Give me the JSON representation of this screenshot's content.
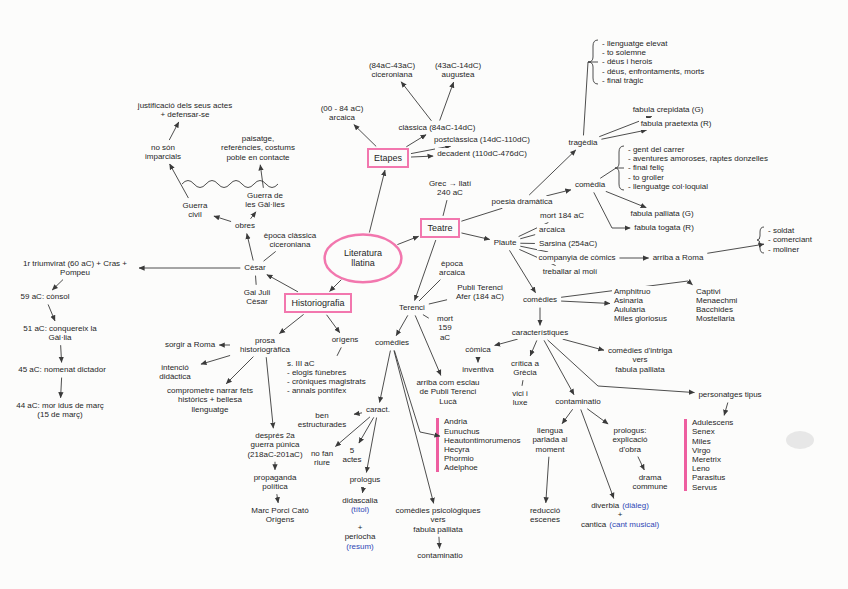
{
  "diagram": {
    "nodes": [
      {
        "text": [
          "Literatura llatina"
        ]
      },
      {
        "text": [
          "Etapes"
        ]
      },
      {
        "text": [
          "Teatre"
        ]
      },
      {
        "text": [
          "Historiografia"
        ]
      },
      {
        "text": [
          "(00 - 84 aC)",
          "arcaica"
        ]
      },
      {
        "text": [
          "clàssica (84aC-14dC)"
        ]
      },
      {
        "text": [
          "(84aC-43aC)",
          "ciceroniana"
        ]
      },
      {
        "text": [
          "(43aC-14dC)",
          "augustea"
        ]
      },
      {
        "text": [
          "postclàssica (14dC-110dC)"
        ]
      },
      {
        "text": [
          "decadent (110dC-476dC)"
        ]
      },
      {
        "text": [
          "Grec → llatí",
          "240 aC"
        ]
      },
      {
        "text": [
          "poesia dramàtica"
        ]
      },
      {
        "text": [
          "tragèdia"
        ]
      },
      {
        "text": [
          "- llenguatge elevat",
          "- to solemne",
          "- déus i herois",
          "- déus, enfrontaments, morts",
          "- final tràgic"
        ]
      },
      {
        "text": [
          "fabula crepidata (G)"
        ]
      },
      {
        "text": [
          "fabula praetexta (R)"
        ]
      },
      {
        "text": [
          "comèdia"
        ]
      },
      {
        "text": [
          "- gent del carrer",
          "- aventures amoroses, raptes donzelles",
          "- final feliç",
          "- to groller",
          "- llenguatge col·loquial"
        ]
      },
      {
        "text": [
          "fabula palliata (G)"
        ]
      },
      {
        "text": [
          "fabula togata (R)"
        ]
      },
      {
        "text": [
          "Plaute"
        ]
      },
      {
        "text": [
          "mort 184 aC"
        ]
      },
      {
        "text": [
          "arcaica"
        ]
      },
      {
        "text": [
          "Sarsina (254aC)"
        ]
      },
      {
        "text": [
          "companyia de còmics"
        ]
      },
      {
        "text": [
          "arriba a Roma"
        ]
      },
      {
        "text": [
          "- soldat",
          "- comerciant",
          "- moliner"
        ]
      },
      {
        "text": [
          "treballar al molí"
        ]
      },
      {
        "text": [
          "comèdies"
        ]
      },
      {
        "text": [
          "Amphitruo",
          "Asinaria",
          "Aulularia",
          "Miles gloriosus"
        ]
      },
      {
        "text": [
          "Captivi",
          "Menaechmi",
          "Bacchides",
          "Mostellaria"
        ]
      },
      {
        "text": [
          "característiques"
        ]
      },
      {
        "text": [
          "còmica"
        ]
      },
      {
        "text": [
          "inventiva"
        ]
      },
      {
        "text": [
          "crítica a Grècia"
        ]
      },
      {
        "text": [
          "vici i luxe"
        ]
      },
      {
        "text": [
          "comèdies d'intriga",
          "vers",
          "fabula palliata"
        ]
      },
      {
        "text": [
          "contaminatio"
        ]
      },
      {
        "text": [
          "personatges tipus"
        ]
      },
      {
        "text": [
          "Adulescens",
          "Senex",
          "Miles",
          "Virgo",
          "Meretrix",
          "Leno",
          "Parasitus",
          "Servus"
        ]
      },
      {
        "text": [
          "llengua parlada al moment"
        ]
      },
      {
        "text": [
          "prologus: explicació d'obra"
        ]
      },
      {
        "text": [
          "drama commune"
        ]
      },
      {
        "text": [
          "reducció escenes"
        ]
      },
      {
        "text": [
          "diverbia",
          "(diàleg)",
          "+",
          "cantica",
          "(cant musical)"
        ]
      },
      {
        "text": [
          "Terenci"
        ]
      },
      {
        "text": [
          "època arcaica"
        ]
      },
      {
        "text": [
          "Publi Terenci Afer (184 aC)"
        ]
      },
      {
        "text": [
          "mort 159 aC"
        ]
      },
      {
        "text": [
          "arriba com esclau de Publi Terenci Lucà"
        ]
      },
      {
        "text": [
          "comèdies"
        ]
      },
      {
        "text": [
          "Andria",
          "Eunuchus",
          "Heautontimorumenos",
          "Hecyra",
          "Phormio",
          "Adelphoe"
        ]
      },
      {
        "text": [
          "caract."
        ]
      },
      {
        "text": [
          "ben estructurades"
        ]
      },
      {
        "text": [
          "no fan riure"
        ]
      },
      {
        "text": [
          "5 actes"
        ]
      },
      {
        "text": [
          "prologus"
        ]
      },
      {
        "text": [
          "didascalia",
          "(títol)"
        ]
      },
      {
        "text": [
          "+",
          "periocha",
          "(resum)"
        ]
      },
      {
        "text": [
          "comèdies psicològiques",
          "vers",
          "fabula palliata"
        ]
      },
      {
        "text": [
          "contaminatio"
        ]
      },
      {
        "text": [
          "orígens"
        ]
      },
      {
        "text": [
          "s. III aC",
          "- elogis fúnebres",
          "- cròniques magistrats",
          "- annals pontífex"
        ]
      },
      {
        "text": [
          "prosa historiogràfica"
        ]
      },
      {
        "text": [
          "sorgir a Roma"
        ]
      },
      {
        "text": [
          "intenció didàctica"
        ]
      },
      {
        "text": [
          "comprometre narrar fets històrics + bellesa llenguatge"
        ]
      },
      {
        "text": [
          "després 2a guerra púnica (218aC-201aC)"
        ]
      },
      {
        "text": [
          "propaganda política"
        ]
      },
      {
        "text": [
          "Marc Porci Cató",
          "Orígens"
        ]
      },
      {
        "text": [
          "Cèsar"
        ]
      },
      {
        "text": [
          "època clàssica ciceroniana"
        ]
      },
      {
        "text": [
          "Gai Juli Cèsar"
        ]
      },
      {
        "text": [
          "obres"
        ]
      },
      {
        "text": [
          "Guerra civil"
        ]
      },
      {
        "text": [
          "Guerra de les Gàl·lies"
        ]
      },
      {
        "text": [
          "justificació dels seus actes + defensar-se"
        ]
      },
      {
        "text": [
          "no són imparcials"
        ]
      },
      {
        "text": [
          "paisatge, referències, costums poble en contacte"
        ]
      },
      {
        "text": [
          "1r triumvirat (60 aC) + Cras + Pompeu"
        ]
      },
      {
        "text": [
          "59 aC: cònsol"
        ]
      },
      {
        "text": [
          "51 aC: conquereix la Gàl·lia"
        ]
      },
      {
        "text": [
          "45 aC: nomenat dictador"
        ]
      },
      {
        "text": [
          "44 aC: mor idus de març",
          "(15 de març)"
        ]
      }
    ],
    "edges": [
      {
        "from": 0,
        "to": 1,
        "arrow": "to"
      },
      {
        "from": 0,
        "to": 2,
        "arrow": "to"
      },
      {
        "from": 0,
        "to": 3,
        "arrow": "to"
      },
      {
        "from": 1,
        "to": 4,
        "arrow": "to"
      },
      {
        "from": 1,
        "to": 5,
        "arrow": "to"
      },
      {
        "from": 1,
        "to": 8,
        "arrow": "to"
      },
      {
        "from": 1,
        "to": 9,
        "arrow": "to"
      },
      {
        "from": 5,
        "to": 6,
        "arrow": "to"
      },
      {
        "from": 5,
        "to": 7,
        "arrow": "to"
      },
      {
        "from": 2,
        "to": 10,
        "arrow": "none"
      },
      {
        "from": 2,
        "to": 11,
        "arrow": "none"
      },
      {
        "from": 11,
        "to": 12,
        "arrow": "to"
      },
      {
        "from": 11,
        "to": 16,
        "arrow": "to"
      },
      {
        "from": 12,
        "to": 13,
        "arrow": "none"
      },
      {
        "from": 12,
        "to": 14,
        "arrow": "to"
      },
      {
        "from": 12,
        "to": 15,
        "arrow": "to"
      },
      {
        "from": 16,
        "to": 17,
        "arrow": "none"
      },
      {
        "from": 16,
        "to": 18,
        "arrow": "to"
      },
      {
        "from": 16,
        "to": 19,
        "arrow": "to"
      },
      {
        "from": 2,
        "to": 20,
        "arrow": "to"
      },
      {
        "from": 20,
        "to": 21,
        "arrow": "none"
      },
      {
        "from": 20,
        "to": 22,
        "arrow": "none"
      },
      {
        "from": 20,
        "to": 23,
        "arrow": "none"
      },
      {
        "from": 20,
        "to": 24,
        "arrow": "none"
      },
      {
        "from": 20,
        "to": 27,
        "arrow": "none"
      },
      {
        "from": 24,
        "to": 25,
        "arrow": "to"
      },
      {
        "from": 25,
        "to": 26,
        "arrow": "to"
      },
      {
        "from": 20,
        "to": 28,
        "arrow": "to"
      },
      {
        "from": 28,
        "to": 29,
        "arrow": "to"
      },
      {
        "from": 28,
        "to": 30,
        "arrow": "to"
      },
      {
        "from": 28,
        "to": 31,
        "arrow": "to"
      },
      {
        "from": 31,
        "to": 32,
        "arrow": "to"
      },
      {
        "from": 32,
        "to": 33,
        "arrow": "to"
      },
      {
        "from": 31,
        "to": 34,
        "arrow": "to"
      },
      {
        "from": 34,
        "to": 35,
        "arrow": "none"
      },
      {
        "from": 31,
        "to": 36,
        "arrow": "to"
      },
      {
        "from": 31,
        "to": 37,
        "arrow": "to"
      },
      {
        "from": 31,
        "to": 38,
        "arrow": "to"
      },
      {
        "from": 38,
        "to": 39,
        "arrow": "to"
      },
      {
        "from": 37,
        "to": 40,
        "arrow": "to"
      },
      {
        "from": 37,
        "to": 41,
        "arrow": "to"
      },
      {
        "from": 41,
        "to": 42,
        "arrow": "to"
      },
      {
        "from": 40,
        "to": 43,
        "arrow": "to"
      },
      {
        "from": 37,
        "to": 44,
        "arrow": "to"
      },
      {
        "from": 2,
        "to": 45,
        "arrow": "to"
      },
      {
        "from": 45,
        "to": 46,
        "arrow": "none"
      },
      {
        "from": 45,
        "to": 47,
        "arrow": "none"
      },
      {
        "from": 45,
        "to": 48,
        "arrow": "none"
      },
      {
        "from": 45,
        "to": 49,
        "arrow": "to"
      },
      {
        "from": 45,
        "to": 50,
        "arrow": "to"
      },
      {
        "from": 50,
        "to": 51,
        "arrow": "to"
      },
      {
        "from": 50,
        "to": 52,
        "arrow": "to"
      },
      {
        "from": 52,
        "to": 53,
        "arrow": "to"
      },
      {
        "from": 52,
        "to": 54,
        "arrow": "to"
      },
      {
        "from": 52,
        "to": 55,
        "arrow": "to"
      },
      {
        "from": 52,
        "to": 56,
        "arrow": "to"
      },
      {
        "from": 56,
        "to": 57,
        "arrow": "to"
      },
      {
        "from": 50,
        "to": 59,
        "arrow": "to"
      },
      {
        "from": 59,
        "to": 60,
        "arrow": "to"
      },
      {
        "from": 3,
        "to": 61,
        "arrow": "to"
      },
      {
        "from": 61,
        "to": 62,
        "arrow": "none"
      },
      {
        "from": 3,
        "to": 63,
        "arrow": "to"
      },
      {
        "from": 63,
        "to": 64,
        "arrow": "to"
      },
      {
        "from": 63,
        "to": 65,
        "arrow": "to"
      },
      {
        "from": 63,
        "to": 66,
        "arrow": "to"
      },
      {
        "from": 63,
        "to": 67,
        "arrow": "to"
      },
      {
        "from": 67,
        "to": 68,
        "arrow": "to"
      },
      {
        "from": 68,
        "to": 69,
        "arrow": "to"
      },
      {
        "from": 3,
        "to": 70,
        "arrow": "to"
      },
      {
        "from": 70,
        "to": 71,
        "arrow": "none"
      },
      {
        "from": 70,
        "to": 72,
        "arrow": "none"
      },
      {
        "from": 70,
        "to": 73,
        "arrow": "to"
      },
      {
        "from": 73,
        "to": 74,
        "arrow": "to"
      },
      {
        "from": 73,
        "to": 75,
        "arrow": "to"
      },
      {
        "from": 74,
        "to": 77,
        "arrow": "to"
      },
      {
        "from": 75,
        "to": 78,
        "arrow": "to"
      },
      {
        "from": 77,
        "to": 76,
        "arrow": "to"
      },
      {
        "from": 70,
        "to": 79,
        "arrow": "to"
      },
      {
        "from": 79,
        "to": 80,
        "arrow": "to"
      },
      {
        "from": 80,
        "to": 81,
        "arrow": "to"
      },
      {
        "from": 81,
        "to": 82,
        "arrow": "to"
      },
      {
        "from": 82,
        "to": 83,
        "arrow": "to"
      }
    ]
  }
}
